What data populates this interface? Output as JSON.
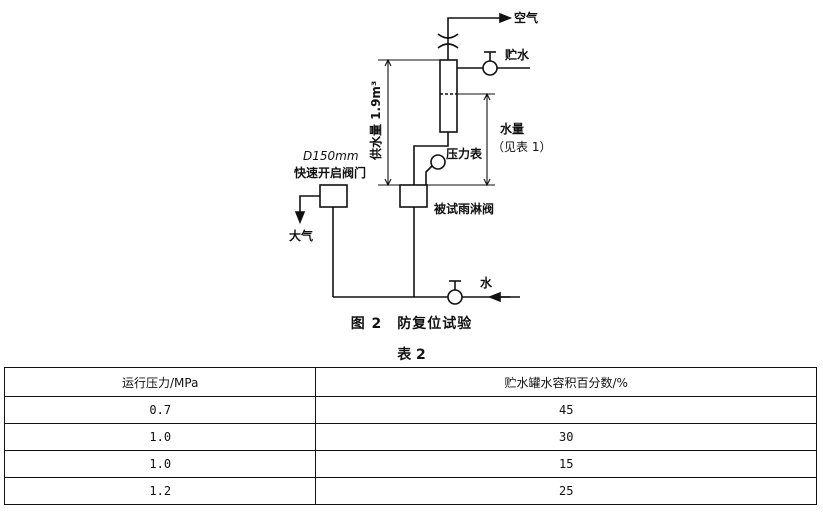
{
  "figure": {
    "labels": {
      "air_top": "空气",
      "storage_water": "贮水",
      "supply_volume": "供水量 1.9m³",
      "water_volume": "水量",
      "see_table": "（见表 1）",
      "pressure_gauge": "压力表",
      "valve_size": "D150mm",
      "quick_valve": "快速开启阀门",
      "atmosphere": "大气",
      "tested_valve": "被试雨淋阀",
      "water_inlet": "水"
    },
    "caption": "图 2　防复位试验"
  },
  "table": {
    "title": "表 2",
    "headers": [
      "运行压力/MPa",
      "贮水罐水容积百分数/%"
    ],
    "rows": [
      [
        "0.7",
        "45"
      ],
      [
        "1.0",
        "30"
      ],
      [
        "1.0",
        "15"
      ],
      [
        "1.2",
        "25"
      ]
    ]
  }
}
